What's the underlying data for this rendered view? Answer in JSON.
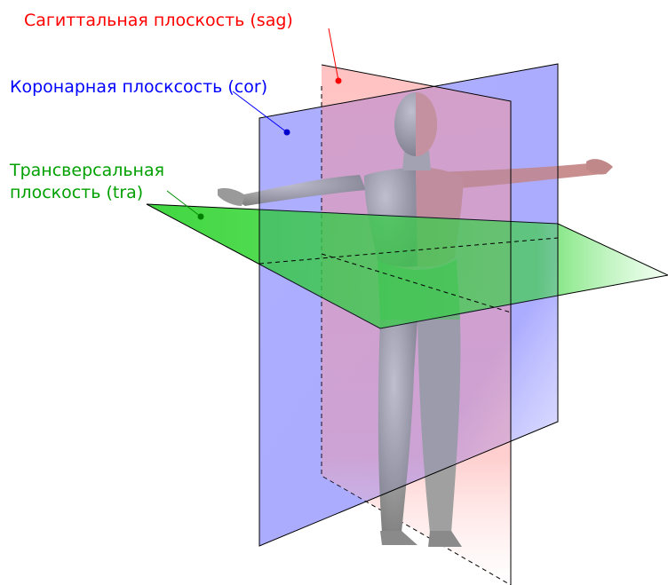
{
  "labels": {
    "sagittal": "Сагиттальная плоскость (sag)",
    "coronal": "Коронарная плосксость (cor)",
    "transverse_line1": "Трансверсальная",
    "transverse_line2": "плоскость (tra)"
  },
  "colors": {
    "sagittal": "#ff0000",
    "coronal": "#0000ff",
    "transverse": "#00a000",
    "body": "#9e9e9e",
    "outline": "#000000"
  }
}
